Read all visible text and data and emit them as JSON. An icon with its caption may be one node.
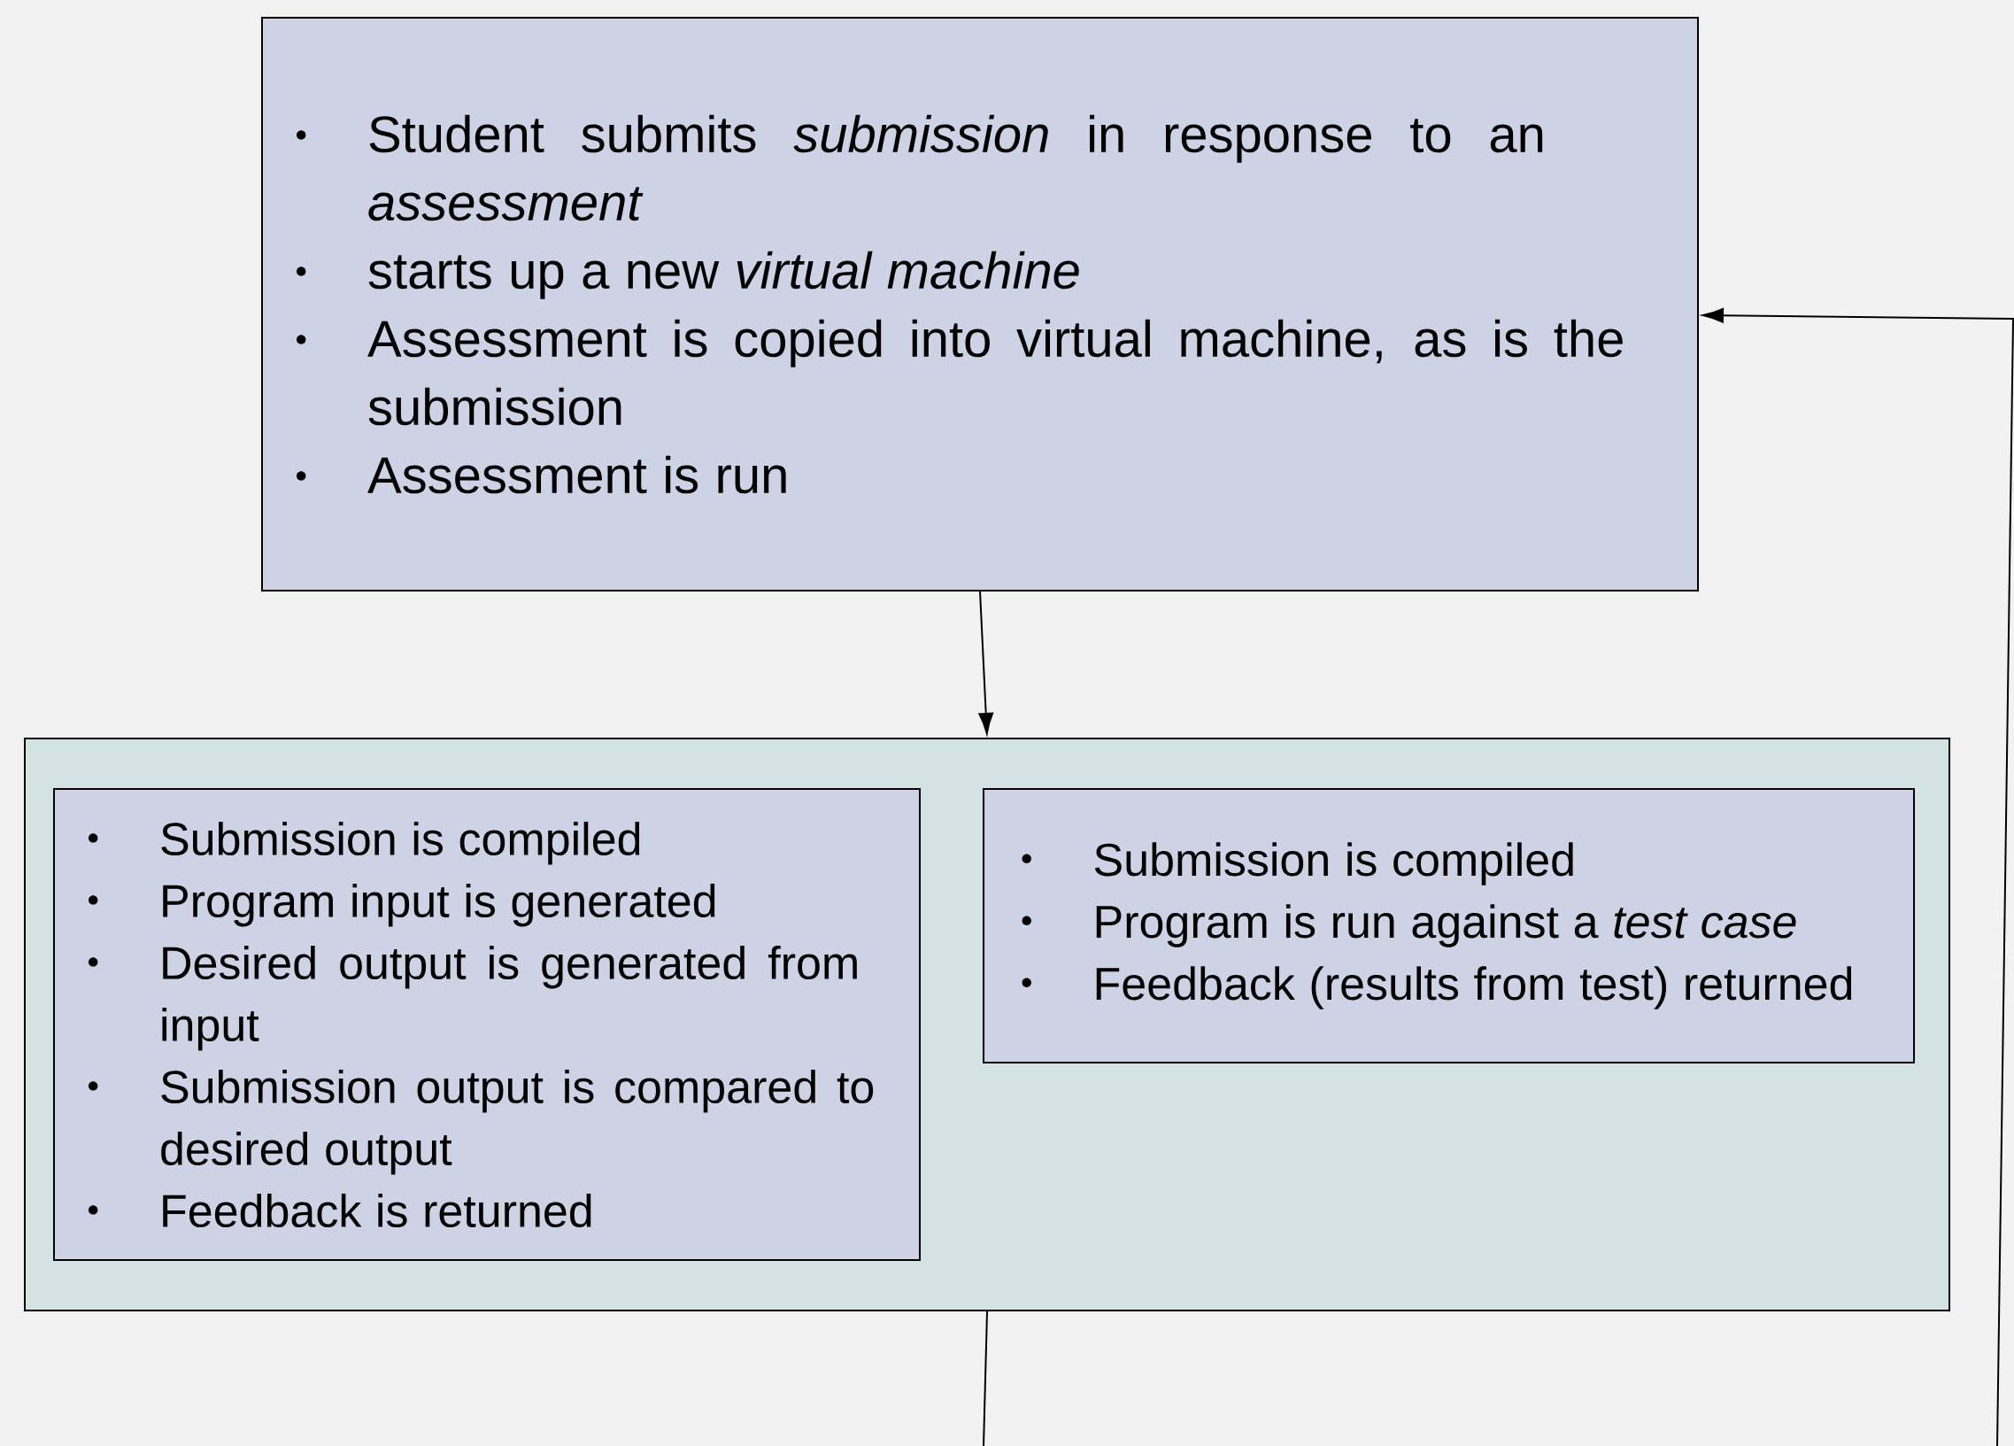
{
  "diagram": {
    "nodes": [
      {
        "text": [
          "Student submits *submission* in response to an *assessment*",
          "starts up a new *virtual machine*",
          "Assessment is copied into virtual machine, as is the submission",
          "Assessment is run"
        ]
      },
      {
        "text": [],
        "shape": "box"
      },
      {
        "text": [
          "Submission is compiled",
          "Program input is generated",
          "Desired output is generated from input",
          "Submission output is compared to desired output",
          "Feedback is returned"
        ],
        "in": 1
      },
      {
        "text": [
          "Submission is compiled",
          "Program is run against a *test case*",
          "Feedback (results from test) returned"
        ],
        "in": 1
      }
    ],
    "edges": [
      {
        "from": 0,
        "to": 1,
        "arrow": "to"
      },
      {
        "from": 1,
        "to": null,
        "arrow": "none"
      },
      {
        "from": null,
        "to": 0,
        "arrow": "to"
      }
    ]
  }
}
